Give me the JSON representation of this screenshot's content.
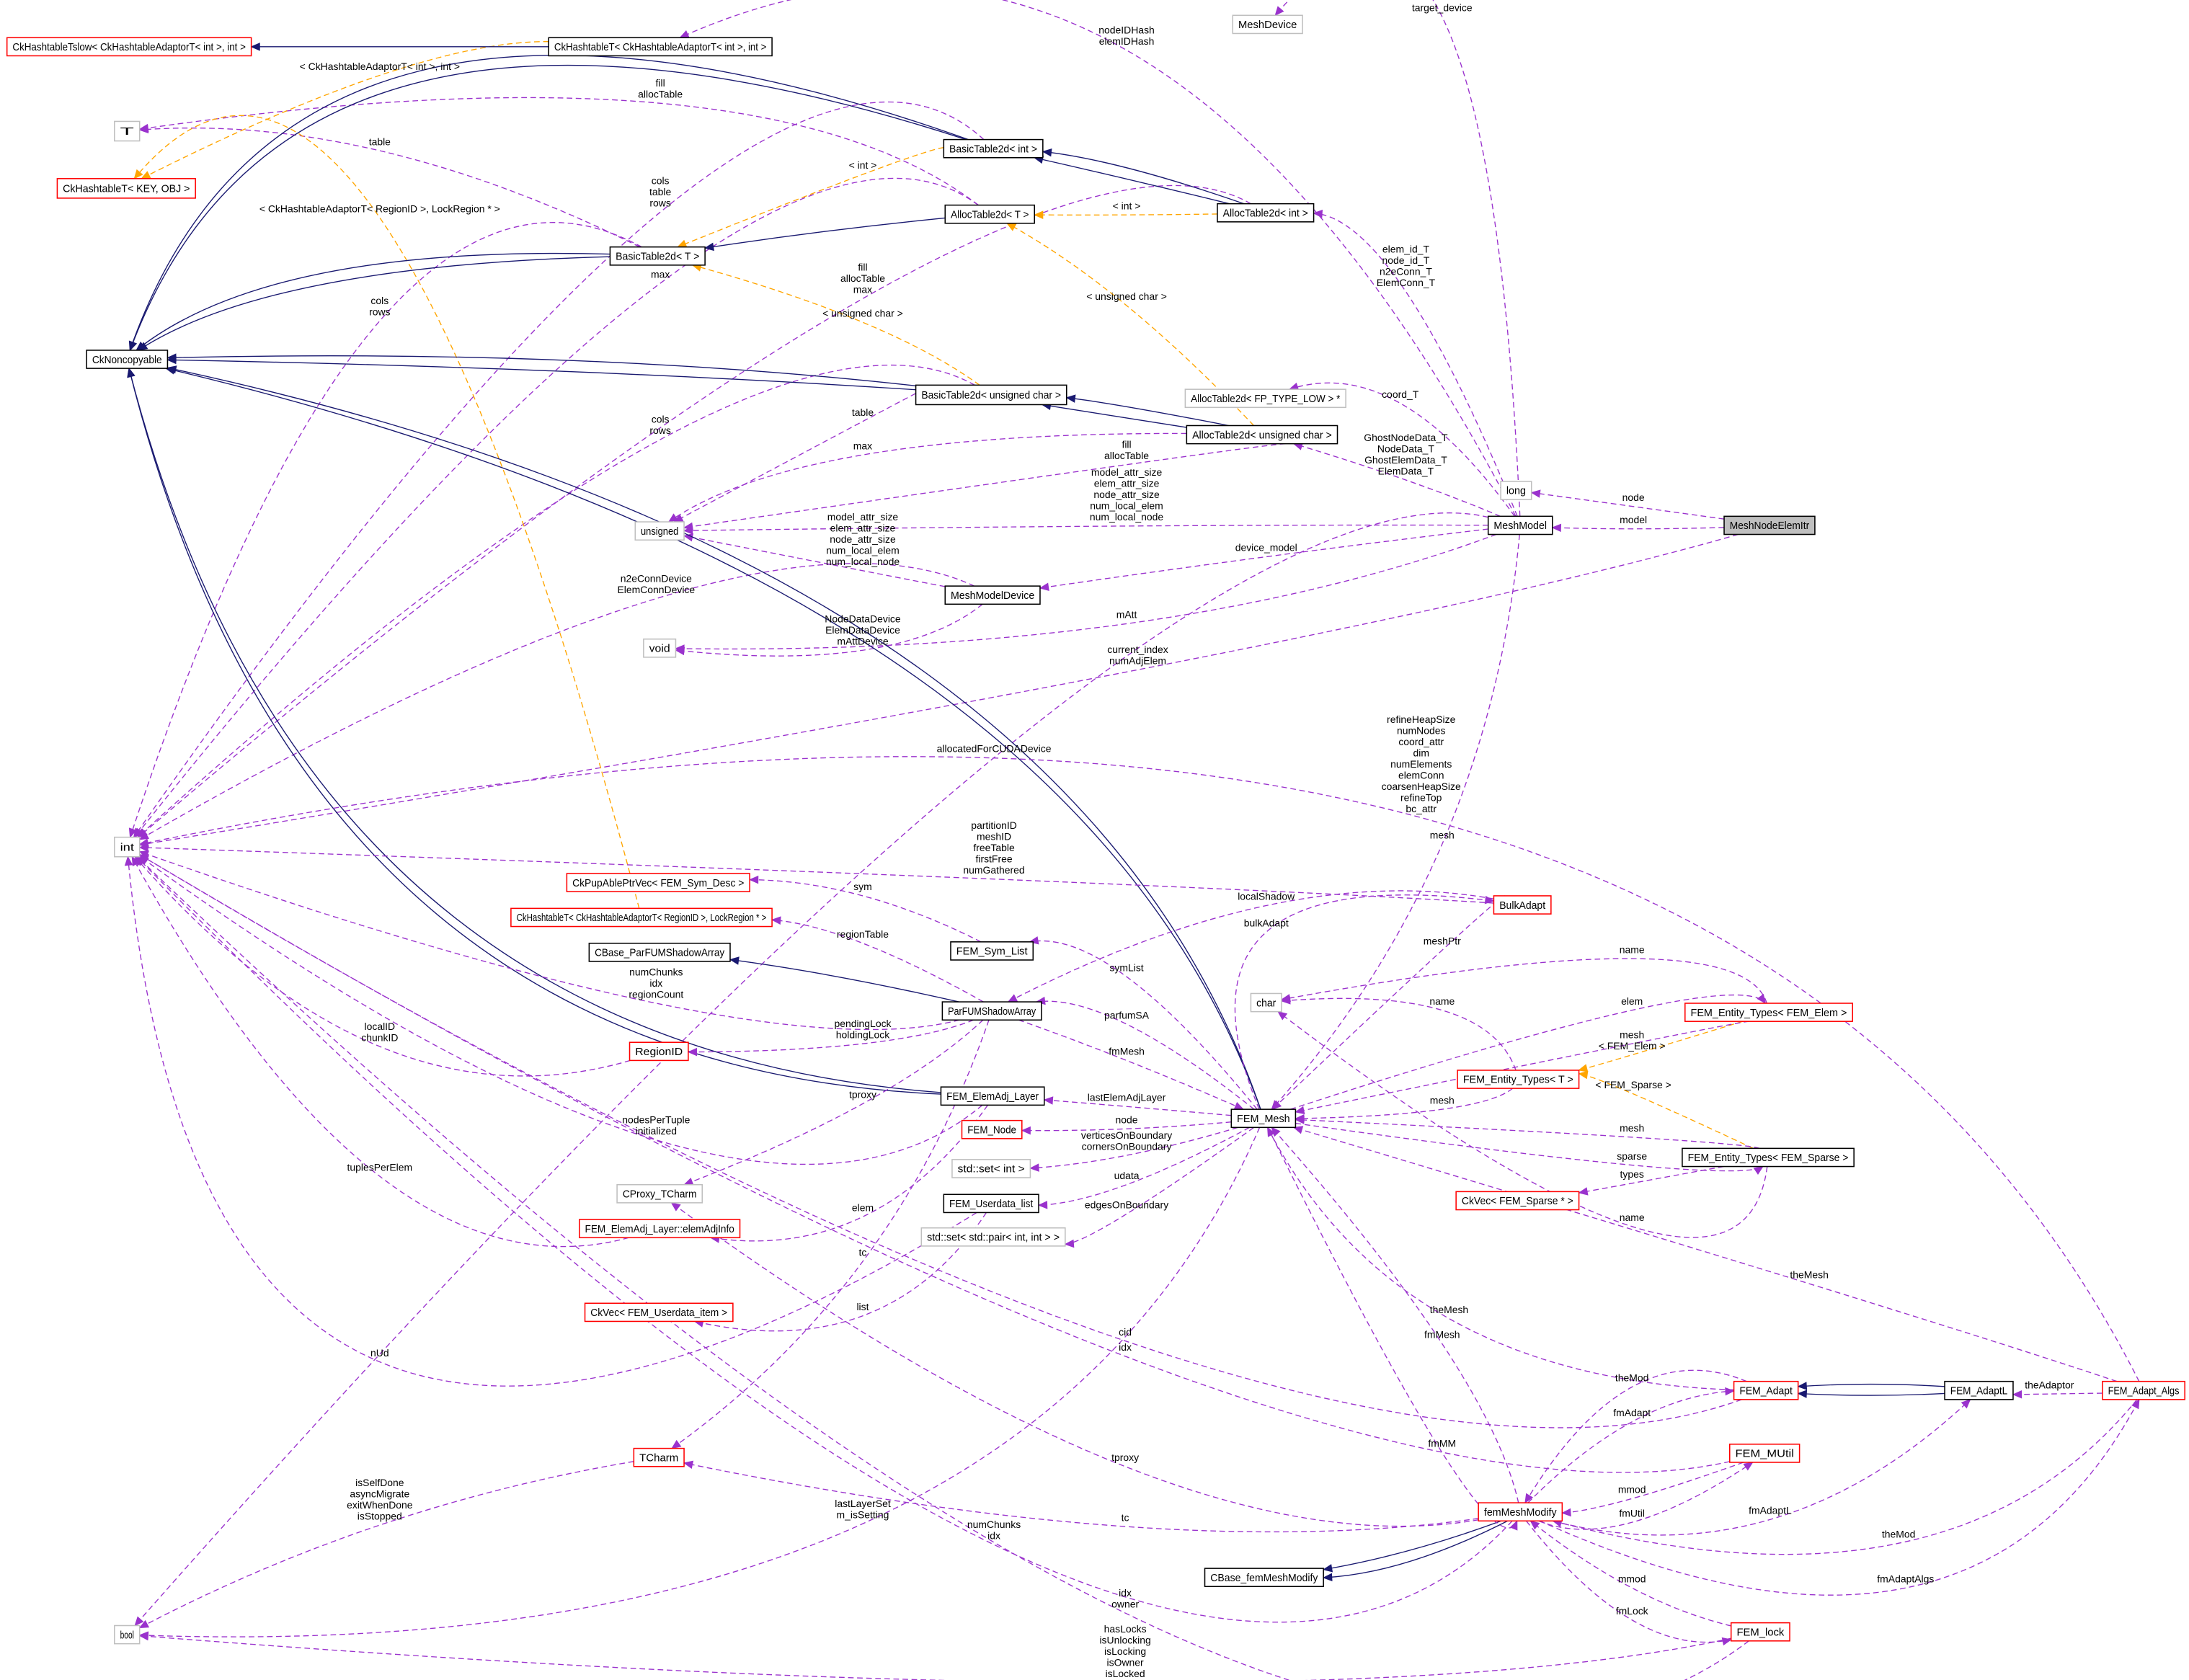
{
  "title": "MeshNodeElemItr",
  "colors": {
    "usage": "#9a32cd",
    "inheritance": "#191970",
    "template": "#ffa500",
    "red_border": "#ff0000",
    "gray_border": "#bfbfbf",
    "highlight_fill": "#bfbfbf"
  },
  "nodes": [
    {
      "id": "ckslow",
      "label": "CkHashtableTslow< CkHashtableAdaptorT< int >, int >",
      "style": "red"
    },
    {
      "id": "ckint",
      "label": "CkHashtableT< CkHashtableAdaptorT< int >, int >",
      "style": "black"
    },
    {
      "id": "meshdev",
      "label": "MeshDevice",
      "style": "gray"
    },
    {
      "id": "T",
      "label": "T",
      "style": "gray"
    },
    {
      "id": "ckkey",
      "label": "CkHashtableT< KEY, OBJ >",
      "style": "red"
    },
    {
      "id": "bt_int",
      "label": "BasicTable2d< int >",
      "style": "black"
    },
    {
      "id": "at_T",
      "label": "AllocTable2d< T >",
      "style": "black"
    },
    {
      "id": "at_int",
      "label": "AllocTable2d< int >",
      "style": "black"
    },
    {
      "id": "bt_T",
      "label": "BasicTable2d< T >",
      "style": "black"
    },
    {
      "id": "nonc",
      "label": "CkNoncopyable",
      "style": "black"
    },
    {
      "id": "at_fp",
      "label": "AllocTable2d< FP_TYPE_LOW > *",
      "style": "gray"
    },
    {
      "id": "bt_uc",
      "label": "BasicTable2d< unsigned char >",
      "style": "black"
    },
    {
      "id": "at_uc",
      "label": "AllocTable2d< unsigned char >",
      "style": "black"
    },
    {
      "id": "long",
      "label": "long",
      "style": "gray"
    },
    {
      "id": "unsigned",
      "label": "unsigned",
      "style": "gray"
    },
    {
      "id": "meshmodel",
      "label": "MeshModel",
      "style": "black"
    },
    {
      "id": "itr",
      "label": "MeshNodeElemItr",
      "style": "highlight"
    },
    {
      "id": "mmdev",
      "label": "MeshModelDevice",
      "style": "black"
    },
    {
      "id": "void",
      "label": "void",
      "style": "gray"
    },
    {
      "id": "int",
      "label": "int",
      "style": "gray"
    },
    {
      "id": "pupvec",
      "label": "CkPupAblePtrVec< FEM_Sym_Desc >",
      "style": "red"
    },
    {
      "id": "bulk",
      "label": "BulkAdapt",
      "style": "red"
    },
    {
      "id": "ckregion",
      "label": "CkHashtableT< CkHashtableAdaptorT< RegionID >, LockRegion * >",
      "style": "red"
    },
    {
      "id": "symlist",
      "label": "FEM_Sym_List",
      "style": "black"
    },
    {
      "id": "cbase_pf",
      "label": "CBase_ParFUMShadowArray",
      "style": "black"
    },
    {
      "id": "char",
      "label": "char",
      "style": "gray"
    },
    {
      "id": "et_elem",
      "label": "FEM_Entity_Types< FEM_Elem >",
      "style": "red"
    },
    {
      "id": "pfsa",
      "label": "ParFUMShadowArray",
      "style": "black"
    },
    {
      "id": "regionid",
      "label": "RegionID",
      "style": "red"
    },
    {
      "id": "et_T",
      "label": "FEM_Entity_Types< T >",
      "style": "red"
    },
    {
      "id": "elemadj",
      "label": "FEM_ElemAdj_Layer",
      "style": "black"
    },
    {
      "id": "femnode",
      "label": "FEM_Node",
      "style": "red"
    },
    {
      "id": "femmesh",
      "label": "FEM_Mesh",
      "style": "black"
    },
    {
      "id": "et_sparse",
      "label": "FEM_Entity_Types< FEM_Sparse >",
      "style": "black"
    },
    {
      "id": "setint",
      "label": "std::set< int >",
      "style": "gray"
    },
    {
      "id": "cproxy",
      "label": "CProxy_TCharm",
      "style": "gray"
    },
    {
      "id": "udlist",
      "label": "FEM_Userdata_list",
      "style": "black"
    },
    {
      "id": "ckvec_sparse",
      "label": "CkVec< FEM_Sparse * >",
      "style": "red"
    },
    {
      "id": "adjinfo",
      "label": "FEM_ElemAdj_Layer::elemAdjInfo",
      "style": "red"
    },
    {
      "id": "setpair",
      "label": "std::set< std::pair< int, int > >",
      "style": "gray"
    },
    {
      "id": "ckvec_ud",
      "label": "CkVec< FEM_Userdata_item >",
      "style": "red"
    },
    {
      "id": "femadapt",
      "label": "FEM_Adapt",
      "style": "red"
    },
    {
      "id": "adaptl",
      "label": "FEM_AdaptL",
      "style": "black"
    },
    {
      "id": "algs",
      "label": "FEM_Adapt_Algs",
      "style": "red"
    },
    {
      "id": "mutil",
      "label": "FEM_MUtil",
      "style": "red"
    },
    {
      "id": "tcharm",
      "label": "TCharm",
      "style": "red"
    },
    {
      "id": "femmod",
      "label": "femMeshModify",
      "style": "red"
    },
    {
      "id": "cbase_mod",
      "label": "CBase_femMeshModify",
      "style": "black"
    },
    {
      "id": "bool",
      "label": "bool",
      "style": "gray"
    },
    {
      "id": "lock",
      "label": "FEM_lock",
      "style": "red"
    }
  ],
  "edges": [
    {
      "from": "itr",
      "to": "long",
      "kind": "usage",
      "label": [
        "node"
      ]
    },
    {
      "from": "itr",
      "to": "meshmodel",
      "kind": "usage",
      "label": [
        "model"
      ]
    },
    {
      "from": "itr",
      "to": "int",
      "kind": "usage",
      "label": [
        "current_index",
        "numAdjElem"
      ]
    },
    {
      "from": "meshmodel",
      "to": "meshdev",
      "kind": "usage",
      "label": [
        "target_device"
      ]
    },
    {
      "from": "meshmodel",
      "to": "ckint",
      "kind": "usage",
      "label": [
        "nodeIDHash",
        "elemIDHash"
      ]
    },
    {
      "from": "meshmodel",
      "to": "at_int",
      "kind": "usage",
      "label": [
        "elem_id_T",
        "node_id_T",
        "n2eConn_T",
        "ElemConn_T"
      ]
    },
    {
      "from": "meshmodel",
      "to": "at_fp",
      "kind": "usage",
      "label": [
        "coord_T"
      ]
    },
    {
      "from": "meshmodel",
      "to": "at_uc",
      "kind": "usage",
      "label": [
        "GhostNodeData_T",
        "NodeData_T",
        "GhostElemData_T",
        "ElemData_T"
      ]
    },
    {
      "from": "meshmodel",
      "to": "unsigned",
      "kind": "usage",
      "label": [
        "model_attr_size",
        "elem_attr_size",
        "node_attr_size",
        "num_local_elem",
        "num_local_node"
      ]
    },
    {
      "from": "meshmodel",
      "to": "mmdev",
      "kind": "usage",
      "label": [
        "device_model"
      ]
    },
    {
      "from": "meshmodel",
      "to": "void",
      "kind": "usage",
      "label": [
        "mAtt"
      ]
    },
    {
      "from": "meshmodel",
      "to": "bool",
      "kind": "usage",
      "label": [
        "allocatedForCUDADevice"
      ]
    },
    {
      "from": "mmdev",
      "to": "unsigned",
      "kind": "usage",
      "label": [
        "model_attr_size",
        "elem_attr_size",
        "node_attr_size",
        "num_local_elem",
        "num_local_node"
      ]
    },
    {
      "from": "mmdev",
      "to": "int",
      "kind": "usage",
      "label": [
        "n2eConnDevice",
        "ElemConnDevice"
      ]
    },
    {
      "from": "mmdev",
      "to": "void",
      "kind": "usage",
      "label": [
        "NodeDataDevice",
        "ElemDataDevice",
        "mAttDevice"
      ]
    },
    {
      "from": "at_T",
      "to": "T",
      "kind": "usage",
      "label": [
        "fill",
        "allocTable"
      ]
    },
    {
      "from": "bt_T",
      "to": "T",
      "kind": "usage",
      "label": [
        "table"
      ]
    },
    {
      "from": "bt_int",
      "to": "int",
      "kind": "usage",
      "label": [
        "cols",
        "table",
        "rows"
      ]
    },
    {
      "from": "bt_T",
      "to": "int",
      "kind": "usage",
      "label": [
        "cols",
        "rows"
      ]
    },
    {
      "from": "at_T",
      "to": "int",
      "kind": "usage",
      "label": [
        "max"
      ]
    },
    {
      "from": "at_int",
      "to": "int",
      "kind": "usage",
      "label": [
        "fill",
        "allocTable",
        "max"
      ]
    },
    {
      "from": "bt_uc",
      "to": "int",
      "kind": "usage",
      "label": [
        "cols",
        "rows"
      ]
    },
    {
      "from": "bt_uc",
      "to": "unsigned",
      "kind": "usage",
      "label": [
        "table"
      ]
    },
    {
      "from": "at_uc",
      "to": "unsigned",
      "kind": "usage",
      "label": [
        "max"
      ]
    },
    {
      "from": "at_uc",
      "to": "unsigned",
      "kind": "usage",
      "label": [
        "fill",
        "allocTable"
      ]
    },
    {
      "from": "ckint",
      "to": "ckkey",
      "kind": "template",
      "label": [
        "< CkHashtableAdaptorT< int >, int >"
      ]
    },
    {
      "from": "ckregion",
      "to": "ckkey",
      "kind": "template",
      "label": [
        "< CkHashtableAdaptorT< RegionID >, LockRegion * >"
      ]
    },
    {
      "from": "bt_int",
      "to": "bt_T",
      "kind": "template",
      "label": [
        "< int >"
      ]
    },
    {
      "from": "at_int",
      "to": "at_T",
      "kind": "template",
      "label": [
        "< int >"
      ]
    },
    {
      "from": "bt_uc",
      "to": "bt_T",
      "kind": "template",
      "label": [
        "< unsigned char >"
      ]
    },
    {
      "from": "at_uc",
      "to": "at_T",
      "kind": "template",
      "label": [
        "< unsigned char >"
      ]
    },
    {
      "from": "et_elem",
      "to": "et_T",
      "kind": "template",
      "label": [
        "< FEM_Elem >"
      ]
    },
    {
      "from": "et_sparse",
      "to": "et_T",
      "kind": "template",
      "label": [
        "< FEM_Sparse >"
      ]
    },
    {
      "from": "ckint",
      "to": "ckslow",
      "kind": "inheritance",
      "label": []
    },
    {
      "from": "bt_int",
      "to": "nonc",
      "kind": "inheritance",
      "label": []
    },
    {
      "from": "at_int",
      "to": "bt_int",
      "kind": "inheritance",
      "label": []
    },
    {
      "from": "at_T",
      "to": "bt_T",
      "kind": "inheritance",
      "label": []
    },
    {
      "from": "bt_T",
      "to": "nonc",
      "kind": "inheritance",
      "label": []
    },
    {
      "from": "bt_uc",
      "to": "nonc",
      "kind": "inheritance",
      "label": []
    },
    {
      "from": "at_uc",
      "to": "bt_uc",
      "kind": "inheritance",
      "label": []
    },
    {
      "from": "elemadj",
      "to": "nonc",
      "kind": "inheritance",
      "label": []
    },
    {
      "from": "femmesh",
      "to": "nonc",
      "kind": "inheritance",
      "label": []
    },
    {
      "from": "pfsa",
      "to": "cbase_pf",
      "kind": "inheritance",
      "label": []
    },
    {
      "from": "adaptl",
      "to": "femadapt",
      "kind": "inheritance",
      "label": []
    },
    {
      "from": "femmod",
      "to": "cbase_mod",
      "kind": "inheritance",
      "label": []
    },
    {
      "from": "bulk",
      "to": "int",
      "kind": "usage",
      "label": [
        "partitionID",
        "meshID",
        "freeTable",
        "firstFree",
        "numGathered"
      ]
    },
    {
      "from": "bulk",
      "to": "pfsa",
      "kind": "usage",
      "label": [
        "localShadow"
      ]
    },
    {
      "from": "femmesh",
      "to": "bulk",
      "kind": "usage",
      "label": [
        "bulkAdapt"
      ]
    },
    {
      "from": "meshmodel",
      "to": "femmesh",
      "kind": "usage",
      "label": [
        "mesh"
      ]
    },
    {
      "from": "bulk",
      "to": "femmesh",
      "kind": "usage",
      "label": [
        "meshPtr"
      ]
    },
    {
      "from": "algs",
      "to": "int",
      "kind": "usage",
      "label": [
        "refineHeapSize",
        "numNodes",
        "coord_attr",
        "dim",
        "numElements",
        "elemConn",
        "coarsenHeapSize",
        "refineTop",
        "bc_attr"
      ]
    },
    {
      "from": "symlist",
      "to": "pupvec",
      "kind": "usage",
      "label": [
        "sym"
      ]
    },
    {
      "from": "pfsa",
      "to": "ckregion",
      "kind": "usage",
      "label": [
        "regionTable"
      ]
    },
    {
      "from": "femmesh",
      "to": "symlist",
      "kind": "usage",
      "label": [
        "symList"
      ]
    },
    {
      "from": "pfsa",
      "to": "int",
      "kind": "usage",
      "label": [
        "numChunks",
        "idx",
        "regionCount"
      ]
    },
    {
      "from": "pfsa",
      "to": "regionid",
      "kind": "usage",
      "label": [
        "pendingLock",
        "holdingLock"
      ]
    },
    {
      "from": "regionid",
      "to": "int",
      "kind": "usage",
      "label": [
        "localID",
        "chunkID"
      ]
    },
    {
      "from": "femmesh",
      "to": "pfsa",
      "kind": "usage",
      "label": [
        "parfumSA"
      ]
    },
    {
      "from": "pfsa",
      "to": "femmesh",
      "kind": "usage",
      "label": [
        "fmMesh"
      ]
    },
    {
      "from": "femmesh",
      "to": "elemadj",
      "kind": "usage",
      "label": [
        "lastElemAdjLayer"
      ]
    },
    {
      "from": "pfsa",
      "to": "cproxy",
      "kind": "usage",
      "label": [
        "tproxy"
      ]
    },
    {
      "from": "elemadj",
      "to": "int",
      "kind": "usage",
      "label": [
        "nodesPerTuple",
        "initialized"
      ]
    },
    {
      "from": "elemadj",
      "to": "adjinfo",
      "kind": "usage",
      "label": [
        "elem"
      ]
    },
    {
      "from": "adjinfo",
      "to": "int",
      "kind": "usage",
      "label": [
        "tuplesPerElem"
      ]
    },
    {
      "from": "femmesh",
      "to": "femnode",
      "kind": "usage",
      "label": [
        "node"
      ]
    },
    {
      "from": "femmesh",
      "to": "setint",
      "kind": "usage",
      "label": [
        "verticesOnBoundary",
        "cornersOnBoundary"
      ]
    },
    {
      "from": "femmesh",
      "to": "udlist",
      "kind": "usage",
      "label": [
        "udata"
      ]
    },
    {
      "from": "femmesh",
      "to": "setpair",
      "kind": "usage",
      "label": [
        "edgesOnBoundary"
      ]
    },
    {
      "from": "udlist",
      "to": "ckvec_ud",
      "kind": "usage",
      "label": [
        "list"
      ]
    },
    {
      "from": "udlist",
      "to": "int",
      "kind": "usage",
      "label": [
        "nUd"
      ]
    },
    {
      "from": "et_elem",
      "to": "char",
      "kind": "usage",
      "label": [
        "name"
      ]
    },
    {
      "from": "et_T",
      "to": "char",
      "kind": "usage",
      "label": [
        "name"
      ]
    },
    {
      "from": "femmesh",
      "to": "et_elem",
      "kind": "usage",
      "label": [
        "elem"
      ]
    },
    {
      "from": "et_elem",
      "to": "femmesh",
      "kind": "usage",
      "label": [
        "mesh"
      ]
    },
    {
      "from": "et_T",
      "to": "femmesh",
      "kind": "usage",
      "label": [
        "mesh"
      ]
    },
    {
      "from": "et_sparse",
      "to": "femmesh",
      "kind": "usage",
      "label": [
        "mesh"
      ]
    },
    {
      "from": "femmesh",
      "to": "et_sparse",
      "kind": "usage",
      "label": [
        "sparse"
      ]
    },
    {
      "from": "et_sparse",
      "to": "ckvec_sparse",
      "kind": "usage",
      "label": [
        "types"
      ]
    },
    {
      "from": "et_sparse",
      "to": "char",
      "kind": "usage",
      "label": [
        "name"
      ]
    },
    {
      "from": "algs",
      "to": "femmesh",
      "kind": "usage",
      "label": [
        "theMesh"
      ]
    },
    {
      "from": "femadapt",
      "to": "femmesh",
      "kind": "usage",
      "label": [
        "theMesh"
      ]
    },
    {
      "from": "femadapt",
      "to": "int",
      "kind": "usage",
      "label": [
        "cid"
      ]
    },
    {
      "from": "mutil",
      "to": "int",
      "kind": "usage",
      "label": [
        "idx"
      ]
    },
    {
      "from": "femmod",
      "to": "femmesh",
      "kind": "usage",
      "label": [
        "fmMesh"
      ]
    },
    {
      "from": "femadapt",
      "to": "femmod",
      "kind": "usage",
      "label": [
        "theMod"
      ]
    },
    {
      "from": "femmod",
      "to": "femadapt",
      "kind": "usage",
      "label": [
        "fmAdapt"
      ]
    },
    {
      "from": "femmesh",
      "to": "femmod",
      "kind": "usage",
      "label": [
        "fmMM"
      ]
    },
    {
      "from": "mutil",
      "to": "femmod",
      "kind": "usage",
      "label": [
        "mmod"
      ]
    },
    {
      "from": "femmod",
      "to": "mutil",
      "kind": "usage",
      "label": [
        "fmUtil"
      ]
    },
    {
      "from": "femmod",
      "to": "adaptl",
      "kind": "usage",
      "label": [
        "fmAdaptL"
      ]
    },
    {
      "from": "algs",
      "to": "femmod",
      "kind": "usage",
      "label": [
        "theMod"
      ]
    },
    {
      "from": "algs",
      "to": "adaptl",
      "kind": "usage",
      "label": [
        "theAdaptor"
      ]
    },
    {
      "from": "femmod",
      "to": "algs",
      "kind": "usage",
      "label": [
        "fmAdaptAlgs"
      ]
    },
    {
      "from": "femmod",
      "to": "cproxy",
      "kind": "usage",
      "label": [
        "tproxy"
      ]
    },
    {
      "from": "femmod",
      "to": "tcharm",
      "kind": "usage",
      "label": [
        "tc"
      ]
    },
    {
      "from": "pfsa",
      "to": "tcharm",
      "kind": "usage",
      "label": [
        "tc"
      ]
    },
    {
      "from": "femmesh",
      "to": "bool",
      "kind": "usage",
      "label": [
        "lastLayerSet",
        "m_isSetting"
      ]
    },
    {
      "from": "femmod",
      "to": "int",
      "kind": "usage",
      "label": [
        "numChunks",
        "idx"
      ]
    },
    {
      "from": "tcharm",
      "to": "bool",
      "kind": "usage",
      "label": [
        "isSelfDone",
        "asyncMigrate",
        "exitWhenDone",
        "isStopped"
      ]
    },
    {
      "from": "lock",
      "to": "int",
      "kind": "usage",
      "label": [
        "idx",
        "owner"
      ]
    },
    {
      "from": "lock",
      "to": "bool",
      "kind": "usage",
      "label": [
        "hasLocks",
        "isUnlocking",
        "isLocking",
        "isOwner",
        "isLocked"
      ]
    },
    {
      "from": "lock",
      "to": "femmod",
      "kind": "usage",
      "label": [
        "mmod"
      ]
    },
    {
      "from": "femmod",
      "to": "lock",
      "kind": "usage",
      "label": [
        "fmLock"
      ]
    }
  ]
}
